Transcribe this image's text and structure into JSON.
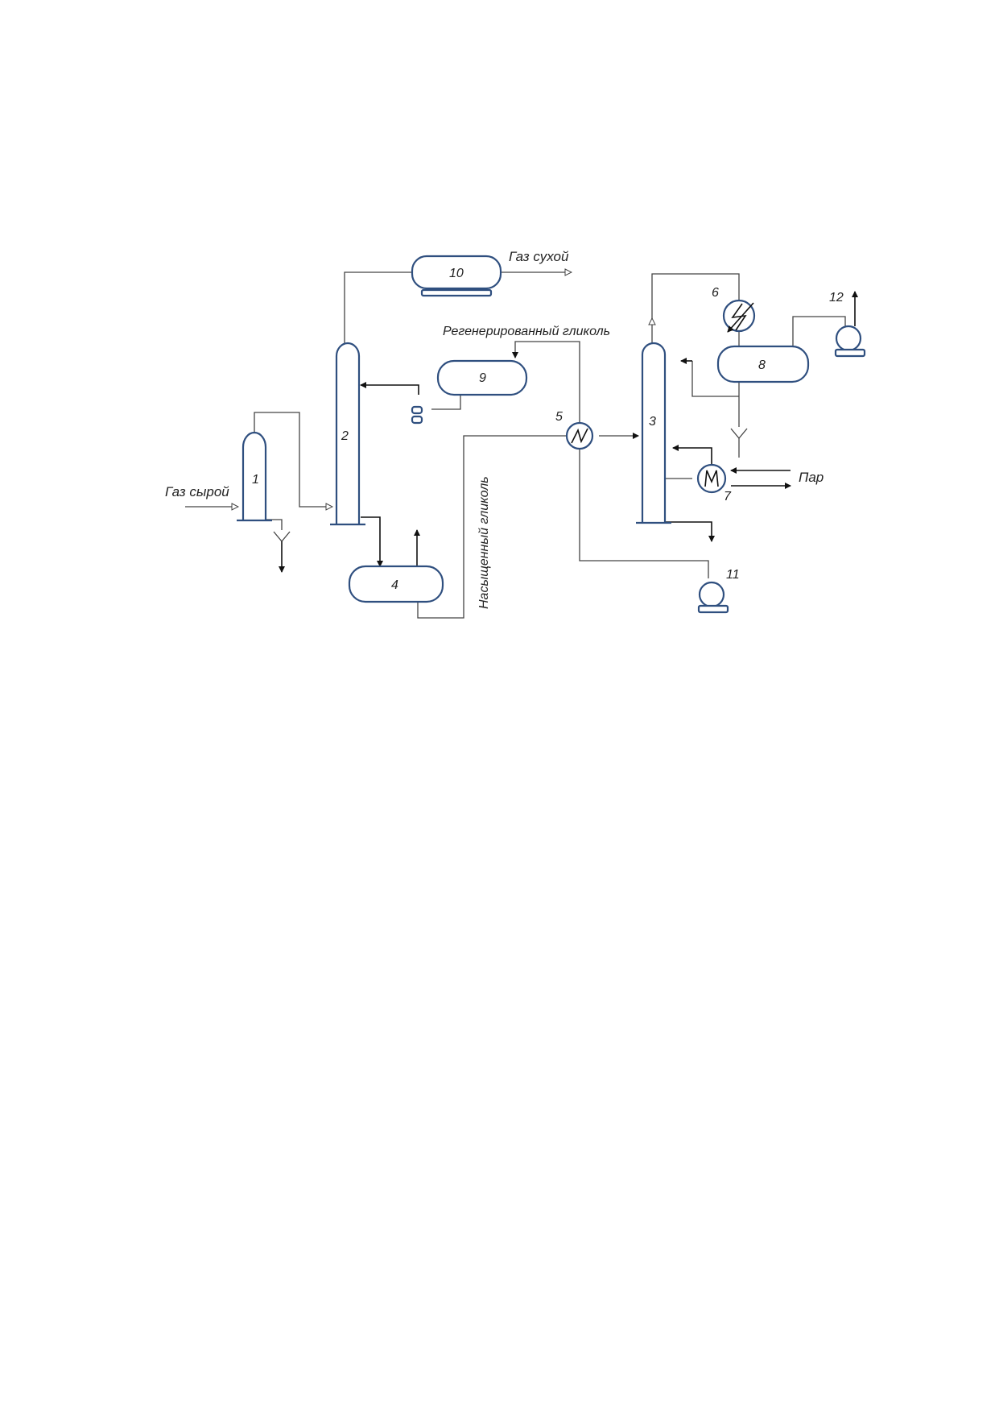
{
  "labels": {
    "gas_raw": "Газ сырой",
    "gas_dry": "Газ сухой",
    "regenerated_glycol": "Регенерированный гликоль",
    "saturated_glycol": "Насыщенный гликоль",
    "steam": "Пар"
  },
  "equipment": {
    "n1": "1",
    "n2": "2",
    "n3": "3",
    "n4": "4",
    "n5": "5",
    "n6": "6",
    "n7": "7",
    "n8": "8",
    "n9": "9",
    "n10": "10",
    "n11": "11",
    "n12": "12"
  },
  "colors": {
    "vessel_stroke": "#2f4f7f",
    "line": "#444444"
  }
}
